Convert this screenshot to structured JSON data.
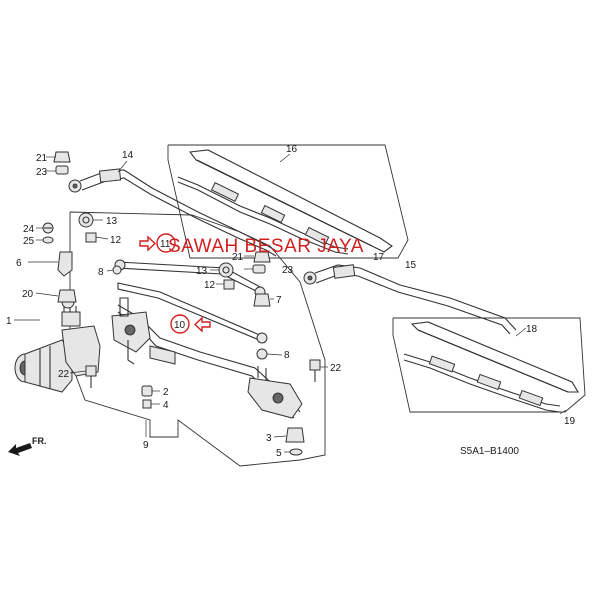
{
  "overlay": {
    "shop_name": "SAWAH BESAR JAYA",
    "accent_color": "#d21f1f"
  },
  "diagram_code": "S5A1–B1400",
  "front_label": "FR.",
  "callouts": [
    "21",
    "23",
    "14",
    "16",
    "24",
    "25",
    "13",
    "12",
    "11",
    "6",
    "8",
    "13",
    "21",
    "17",
    "15",
    "23",
    "12",
    "20",
    "7",
    "10",
    "1",
    "8",
    "22",
    "22",
    "2",
    "4",
    "3",
    "5",
    "9",
    "18",
    "19"
  ]
}
